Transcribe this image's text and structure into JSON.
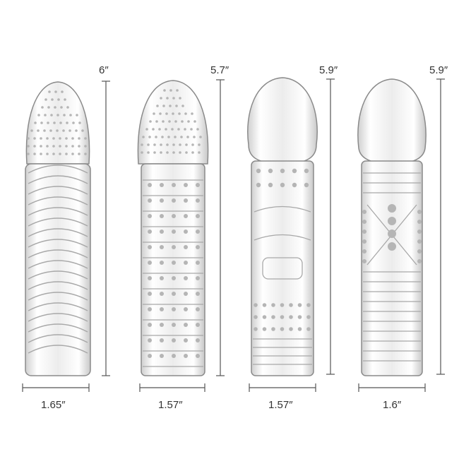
{
  "items": [
    {
      "width_label": "1.65″",
      "height_label": "6″"
    },
    {
      "width_label": "1.57″",
      "height_label": "5.7″"
    },
    {
      "width_label": "1.57″",
      "height_label": "5.9″"
    },
    {
      "width_label": "1.6″",
      "height_label": "5.9″"
    }
  ],
  "colors": {
    "dimension_line": "#555555",
    "outline": "#8a8a8a",
    "body": "#f2f2f2",
    "shadow": "#c9c9c9"
  }
}
